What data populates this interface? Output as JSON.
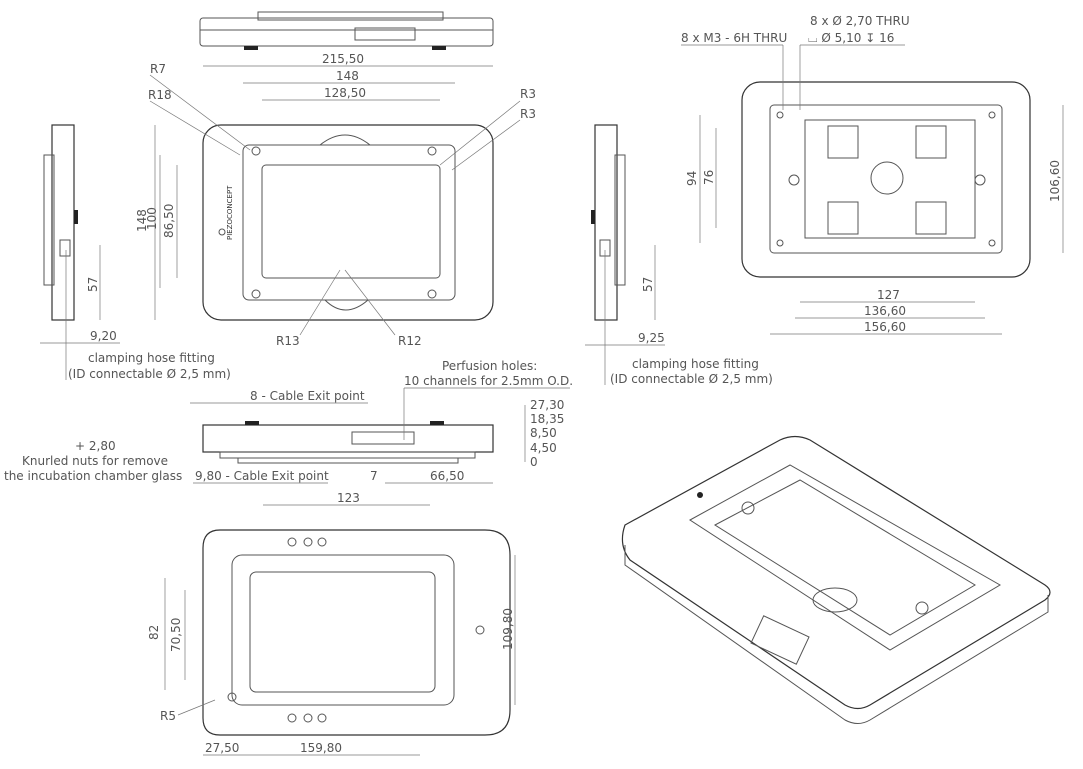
{
  "top_view": {
    "width_overall": "215,50",
    "width_mid": "148",
    "width_inner": "128,50",
    "r7": "R7",
    "r18": "R18",
    "r3a": "R3",
    "r3b": "R3",
    "height_overall": "148",
    "height_mid": "100",
    "height_inner": "86,50",
    "r13": "R13",
    "r12": "R12",
    "logo": "PIEZOCONCEPT"
  },
  "left_side": {
    "height": "57",
    "offset": "9,20",
    "note_1": "clamping hose fitting",
    "note_2": "(ID connectable  Ø 2,5 mm)"
  },
  "right_side": {
    "height": "57",
    "offset": "9,25",
    "note_1": "clamping hose fitting",
    "note_2": "(ID connectable  Ø 2,5 mm)"
  },
  "back_view": {
    "tap_holes": "8 x M3 - 6H THRU",
    "thru_holes": "8 x Ø 2,70 THRU",
    "counterbore": "⌴  Ø 5,10 ↧ 16",
    "h_94": "94",
    "h_76": "76",
    "h_106": "106,60",
    "w_127": "127",
    "w_136": "136,60",
    "w_156": "156,60"
  },
  "front_view": {
    "perfusion_1": "Perfusion holes:",
    "perfusion_2": "10 channels for 2.5mm O.D.",
    "cable_8": "8 - Cable Exit point",
    "cable_980": "9,80 - Cable Exit point",
    "knurled_offset": "+ 2,80",
    "knurled_1": "Knurled nuts for remove",
    "knurled_2": "the incubation chamber glass",
    "h_levels": [
      "27,30",
      "18,35",
      "8,50",
      "4,50",
      "0"
    ],
    "d_7": "7",
    "d_66": "66,50"
  },
  "bottom_view": {
    "w_123": "123",
    "h_82": "82",
    "h_70": "70,50",
    "h_109": "109,80",
    "r5": "R5",
    "w_27": "27,50",
    "w_159": "159,80"
  }
}
